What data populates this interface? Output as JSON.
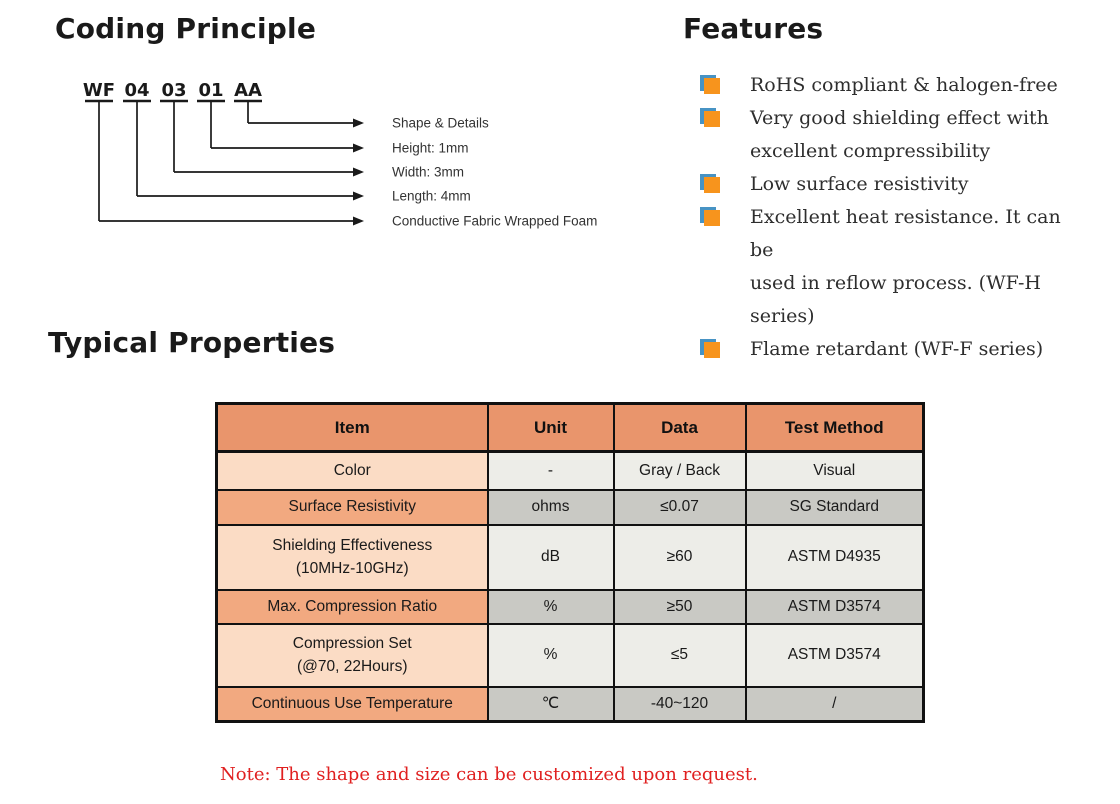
{
  "coding": {
    "title": "Coding Principle",
    "code_segments": [
      "WF",
      "04",
      "03",
      "01",
      "AA"
    ],
    "labels": [
      "Shape & Details",
      "Height: 1mm",
      "Width: 3mm",
      "Length: 4mm",
      "Conductive Fabric Wrapped Foam"
    ]
  },
  "features": {
    "title": "Features",
    "items": [
      "RoHS compliant & halogen-free",
      "Very good shielding effect with\nexcellent compressibility",
      "Low surface resistivity",
      "Excellent heat resistance. It can be\nused in reflow process. (WF-H series)",
      "Flame retardant (WF-F series)"
    ]
  },
  "properties": {
    "title": "Typical Properties",
    "note": "Note: The shape and size can be customized upon request.",
    "table": {
      "headers": [
        "Item",
        "Unit",
        "Data",
        "Test Method"
      ],
      "rows": [
        {
          "item": "Color",
          "unit": "-",
          "data": "Gray / Back",
          "method": "Visual"
        },
        {
          "item": "Surface Resistivity",
          "unit": "ohms",
          "data": "≤0.07",
          "method": "SG Standard"
        },
        {
          "item": "Shielding Effectiveness\n(10MHz-10GHz)",
          "unit": "dB",
          "data": "≥60",
          "method": "ASTM D4935"
        },
        {
          "item": "Max. Compression Ratio",
          "unit": "%",
          "data": "≥50",
          "method": "ASTM D3574"
        },
        {
          "item": "Compression Set\n(@70, 22Hours)",
          "unit": "%",
          "data": "≤5",
          "method": "ASTM D3574"
        },
        {
          "item": "Continuous Use Temperature",
          "unit": "℃",
          "data": "-40~120",
          "method": "/"
        }
      ]
    }
  },
  "colors": {
    "table_header_bg": "#e9956c",
    "item_cell_light": "#fbdcc5",
    "item_cell_dark": "#f2a980",
    "value_cell_light": "#ededE8",
    "value_cell_dark": "#c9c9c4",
    "bullet_orange": "#f7941d",
    "bullet_blue": "#4793c4",
    "note_red": "#e02020"
  }
}
